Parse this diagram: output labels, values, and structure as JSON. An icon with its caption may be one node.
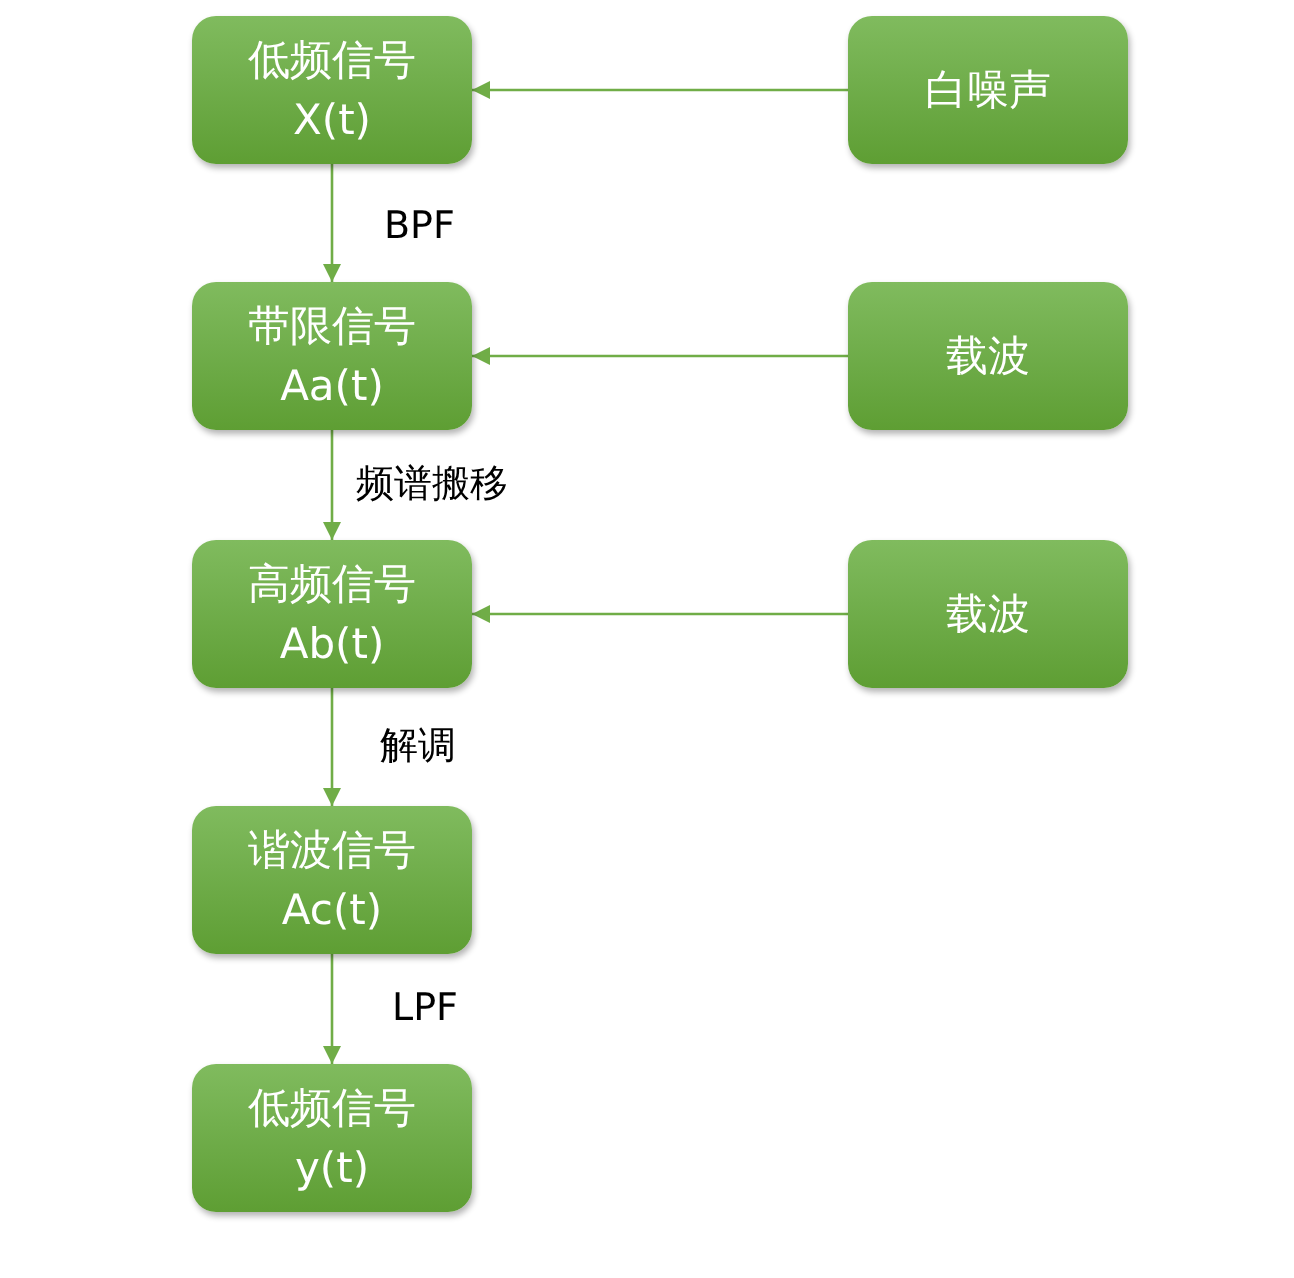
{
  "diagram": {
    "nodes": [
      {
        "text": [
          "低频信号",
          "X(t)"
        ]
      },
      {
        "text": [
          "白噪声"
        ]
      },
      {
        "text": [
          "带限信号",
          "Aa(t)"
        ]
      },
      {
        "text": [
          "载波"
        ]
      },
      {
        "text": [
          "高频信号",
          "Ab(t)"
        ]
      },
      {
        "text": [
          "载波"
        ]
      },
      {
        "text": [
          "谐波信号",
          "Ac(t)"
        ]
      },
      {
        "text": [
          "低频信号",
          "y(t)"
        ]
      }
    ],
    "edges": [
      {
        "from": 1,
        "to": 0,
        "arrow": "to"
      },
      {
        "from": 0,
        "to": 2,
        "arrow": "to",
        "label": "BPF"
      },
      {
        "from": 3,
        "to": 2,
        "arrow": "to"
      },
      {
        "from": 2,
        "to": 4,
        "arrow": "to",
        "label": "频谱搬移"
      },
      {
        "from": 5,
        "to": 4,
        "arrow": "to"
      },
      {
        "from": 4,
        "to": 6,
        "arrow": "to",
        "label": "解调"
      },
      {
        "from": 6,
        "to": 7,
        "arrow": "to",
        "label": "LPF"
      }
    ]
  }
}
